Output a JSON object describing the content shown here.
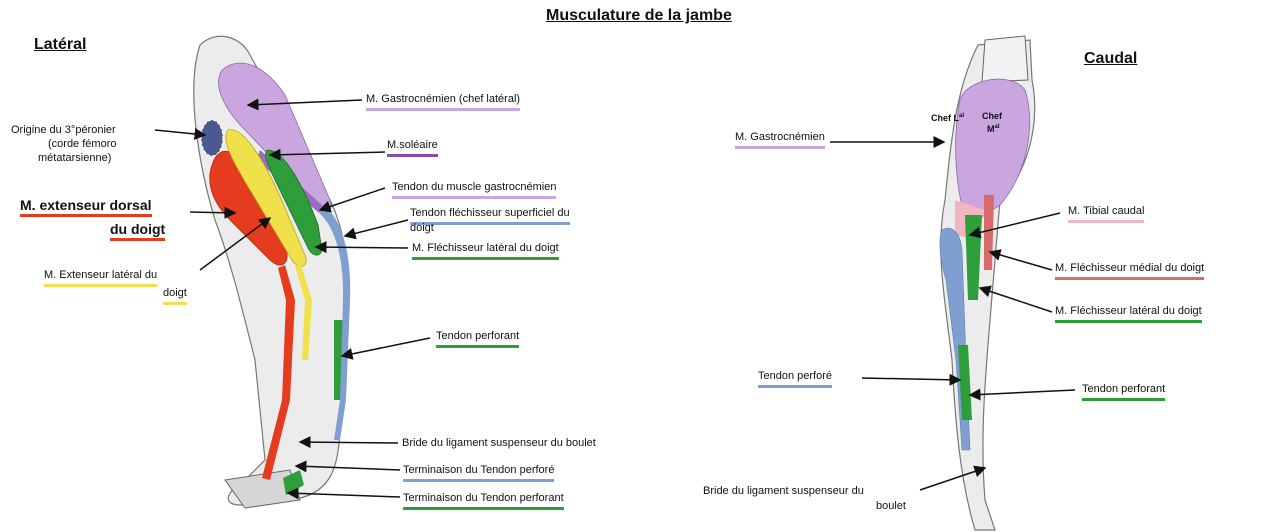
{
  "title": "Musculature de la jambe",
  "views": {
    "lateral": "Latéral",
    "caudal": "Caudal"
  },
  "labels": {
    "gastro_lat": "M. Gastrocnémien (chef latéral)",
    "origine_1": "Origine du 3°péronier",
    "origine_2": "(corde fémoro",
    "origine_3": "métatarsienne)",
    "soleaire": "M.soléaire",
    "tendon_gastro": "Tendon du muscle gastrocnémien",
    "ext_dorsal_1": "M. extenseur  dorsal",
    "ext_dorsal_2": "du doigt",
    "tendon_flech_sup_1": "Tendon fléchisseur superficiel du",
    "tendon_flech_sup_2": "doigt",
    "flech_lat_l": "M. Fléchisseur  latéral du doigt",
    "ext_lat_1": "M. Extenseur latéral du",
    "ext_lat_2": "doigt",
    "tendon_perforant_l": "Tendon perforant",
    "bride_l": "Bride du ligament suspenseur du boulet",
    "term_perfore": "Terminaison du Tendon perforé",
    "term_perforant": "Terminaison du Tendon perforant",
    "gastro_c": "M. Gastrocnémien",
    "chef_l": "Chef L",
    "chef_l_sup": "al",
    "chef_m": "Chef",
    "chef_m2": "M",
    "chef_m_sup": "al",
    "tibial_caudal": "M. Tibial caudal",
    "flech_medial": "M. Fléchisseur médial du doigt",
    "flech_lat_c": "M. Fléchisseur  latéral du doigt",
    "tendon_perfore_c": "Tendon perforé",
    "tendon_perforant_c": "Tendon perforant",
    "bride_c_1": "Bride du ligament suspenseur du",
    "bride_c_2": "boulet"
  },
  "colors": {
    "purple": "#c9a6e0",
    "red": "#e53b1e",
    "yellow": "#f0e14a",
    "green": "#2e9e3a",
    "blue": "#7f9fd0",
    "pink": "#f2b6c0",
    "bone": "#e6e6e6"
  }
}
